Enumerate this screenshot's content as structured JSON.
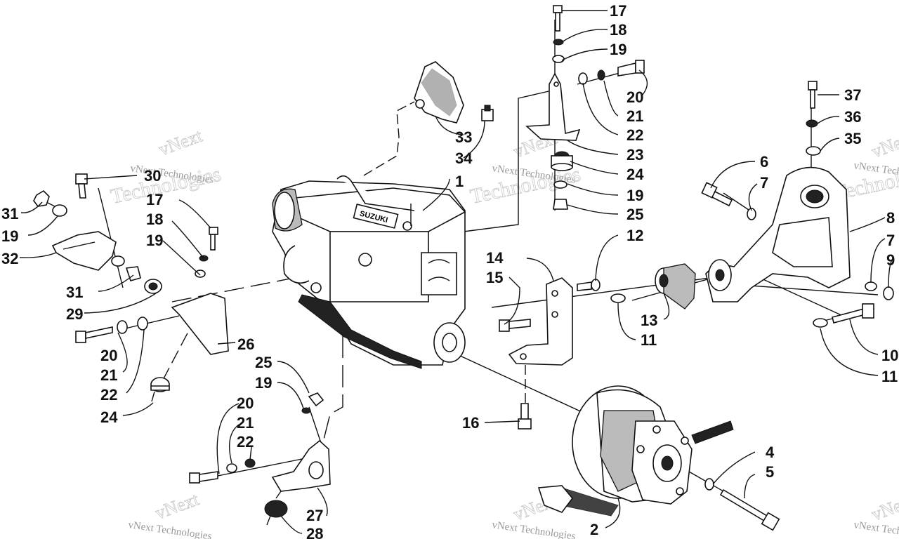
{
  "watermark": {
    "brand": "vNext",
    "line": "vNext Technologies",
    "word": "Technologies"
  },
  "callouts": {
    "c1": "1",
    "c2": "2",
    "c4": "4",
    "c5": "5",
    "c6": "6",
    "c7": "7",
    "c7r": "7",
    "c8": "8",
    "c9": "9",
    "c10": "10",
    "c11a": "11",
    "c11b": "11",
    "c12": "12",
    "c13": "13",
    "c14": "14",
    "c15": "15",
    "c16": "16",
    "c17a": "17",
    "c17b": "17",
    "c18a": "18",
    "c18b": "18",
    "c19a": "19",
    "c19b": "19",
    "c19c": "19",
    "c19d": "19",
    "c19e": "19",
    "c20a": "20",
    "c20b": "20",
    "c20c": "20",
    "c21a": "21",
    "c21b": "21",
    "c21c": "21",
    "c22a": "22",
    "c22b": "22",
    "c22c": "22",
    "c23": "23",
    "c24a": "24",
    "c24b": "24",
    "c25a": "25",
    "c25b": "25",
    "c26": "26",
    "c27": "27",
    "c28": "28",
    "c29": "29",
    "c30": "30",
    "c31a": "31",
    "c31b": "31",
    "c32": "32",
    "c33": "33",
    "c34": "34",
    "c35": "35",
    "c36": "36",
    "c37": "37"
  },
  "engine_label": "SUZUKI"
}
